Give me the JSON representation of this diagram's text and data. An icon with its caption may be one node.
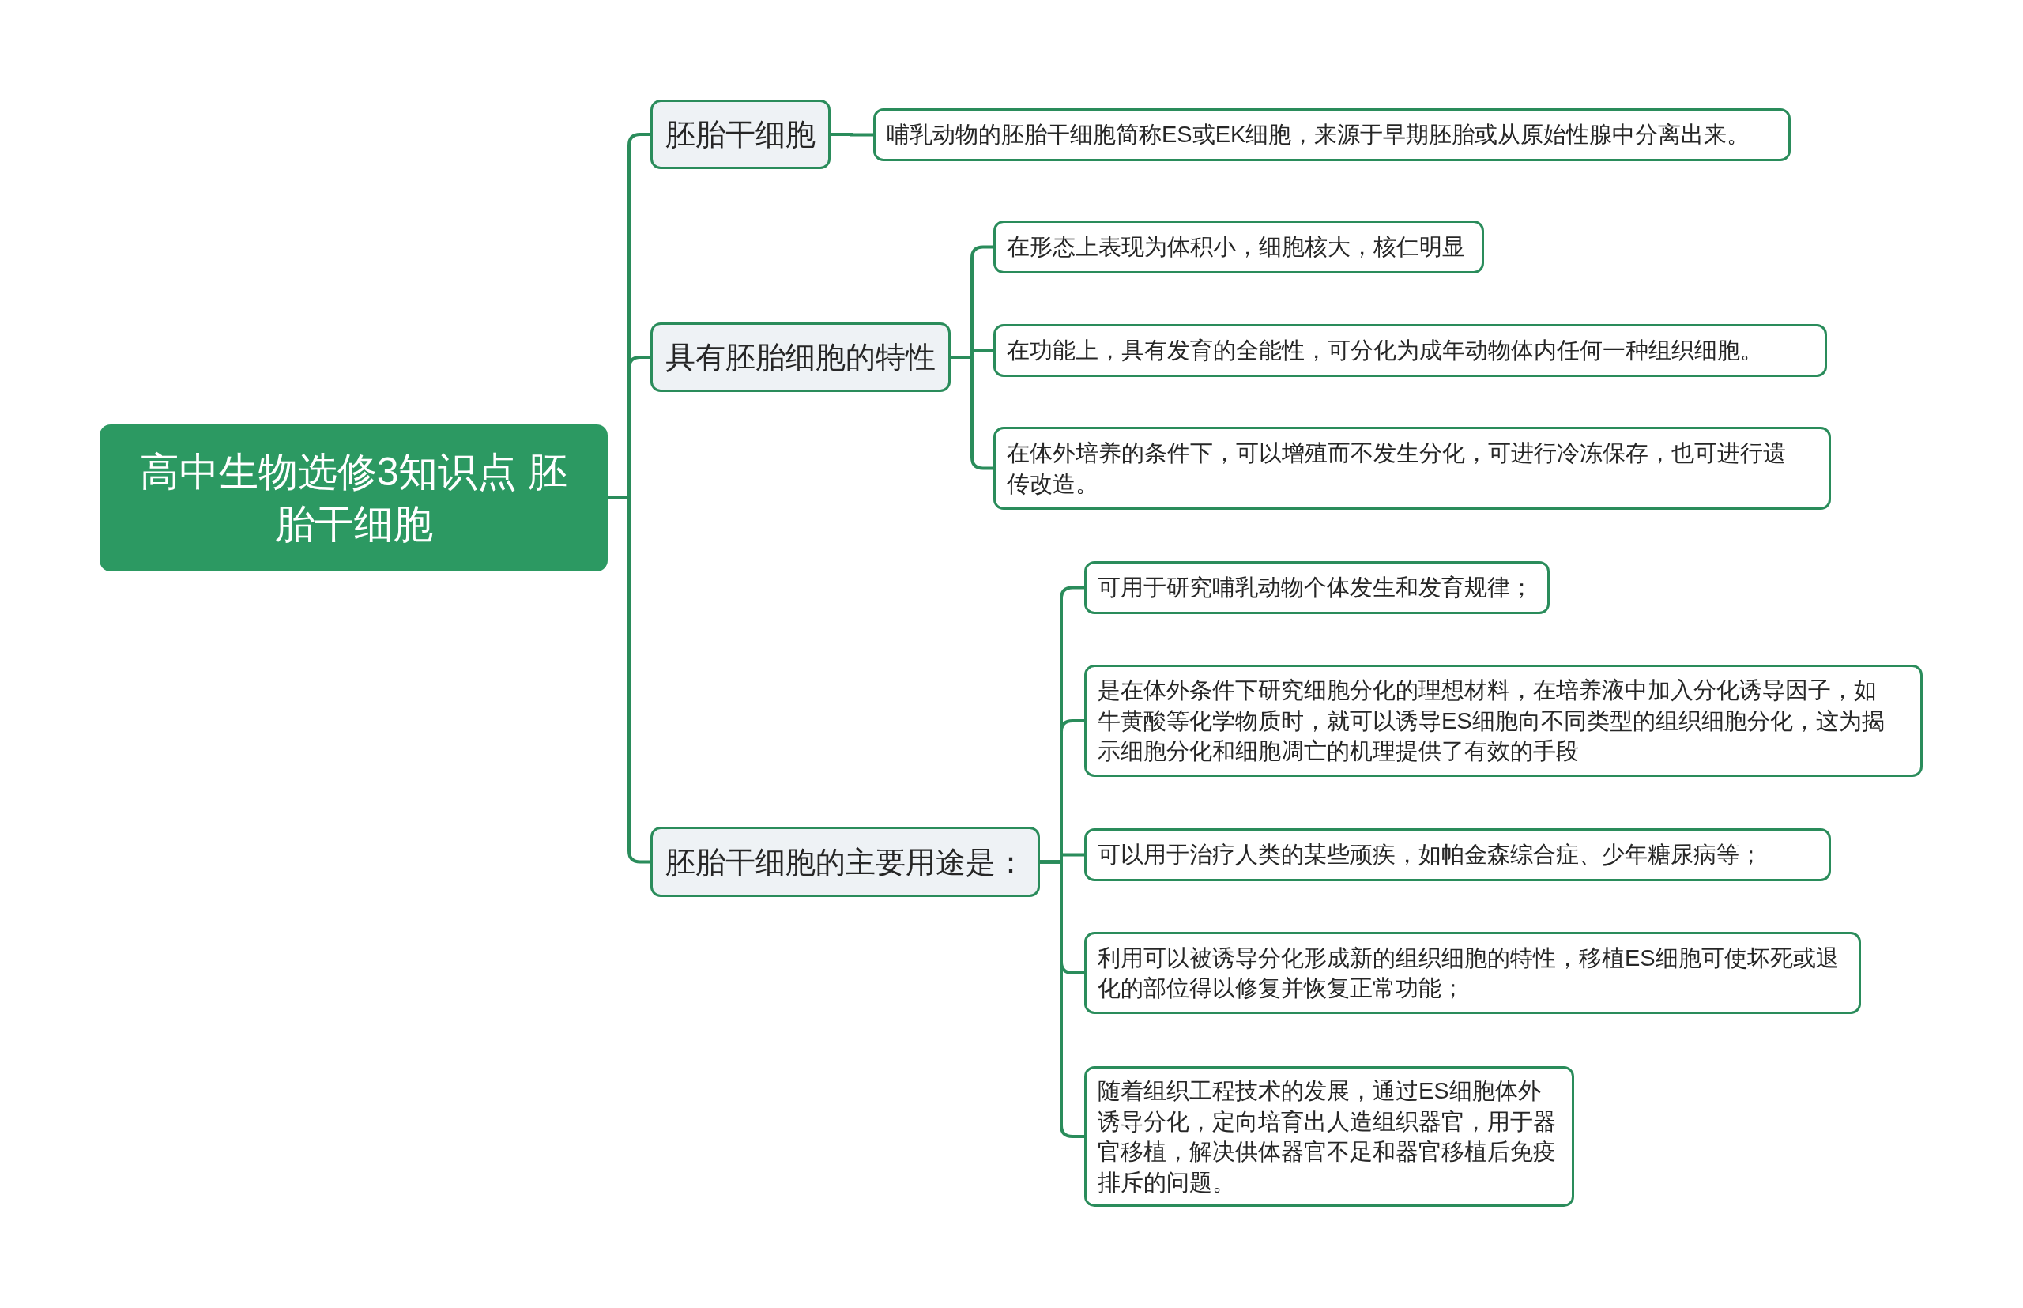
{
  "diagram": {
    "nodes": [
      {
        "text": [
          "高中生物选修3知识点 胚胎干细胞"
        ]
      },
      {
        "text": [
          "胚胎干细胞"
        ]
      },
      {
        "text": [
          "哺乳动物的胚胎干细胞简称ES或EK细胞，来源于早期胚胎或从原始性腺中分离出来。"
        ]
      },
      {
        "text": [
          "具有胚胎细胞的特性"
        ]
      },
      {
        "text": [
          "在形态上表现为体积小，细胞核大，核仁明显"
        ]
      },
      {
        "text": [
          "在功能上，具有发育的全能性，可分化为成年动物体内任何一种组织细胞。"
        ]
      },
      {
        "text": [
          "在体外培养的条件下，可以增殖而不发生分化，可进行冷冻保存，也可进行遗传改造。"
        ]
      },
      {
        "text": [
          "胚胎干细胞的主要用途是："
        ]
      },
      {
        "text": [
          "可用于研究哺乳动物个体发生和发育规律；"
        ]
      },
      {
        "text": [
          "是在体外条件下研究细胞分化的理想材料，在培养液中加入分化诱导因子，如牛黄酸等化学物质时，就可以诱导ES细胞向不同类型的组织细胞分化，这为揭示细胞分化和细胞凋亡的机理提供了有效的手段"
        ]
      },
      {
        "text": [
          "可以用于治疗人类的某些顽疾，如帕金森综合症、少年糖尿病等；"
        ]
      },
      {
        "text": [
          "利用可以被诱导分化形成新的组织细胞的特性，移植ES细胞可使坏死或退化的部位得以修复并恢复正常功能；"
        ]
      },
      {
        "text": [
          "随着组织工程技术的发展，通过ES细胞体外诱导分化，定向培育出人造组织器官，用于器官移植，解决供体器官不足和器官移植后免疫排斥的问题。"
        ]
      }
    ],
    "edges": [
      {
        "from": 0,
        "to": 1,
        "arrow": "none"
      },
      {
        "from": 0,
        "to": 3,
        "arrow": "none"
      },
      {
        "from": 0,
        "to": 7,
        "arrow": "none"
      },
      {
        "from": 1,
        "to": 2,
        "arrow": "none"
      },
      {
        "from": 3,
        "to": 4,
        "arrow": "none"
      },
      {
        "from": 3,
        "to": 5,
        "arrow": "none"
      },
      {
        "from": 3,
        "to": 6,
        "arrow": "none"
      },
      {
        "from": 7,
        "to": 8,
        "arrow": "none"
      },
      {
        "from": 7,
        "to": 9,
        "arrow": "none"
      },
      {
        "from": 7,
        "to": 10,
        "arrow": "none"
      },
      {
        "from": 7,
        "to": 11,
        "arrow": "none"
      },
      {
        "from": 7,
        "to": 12,
        "arrow": "none"
      }
    ]
  }
}
